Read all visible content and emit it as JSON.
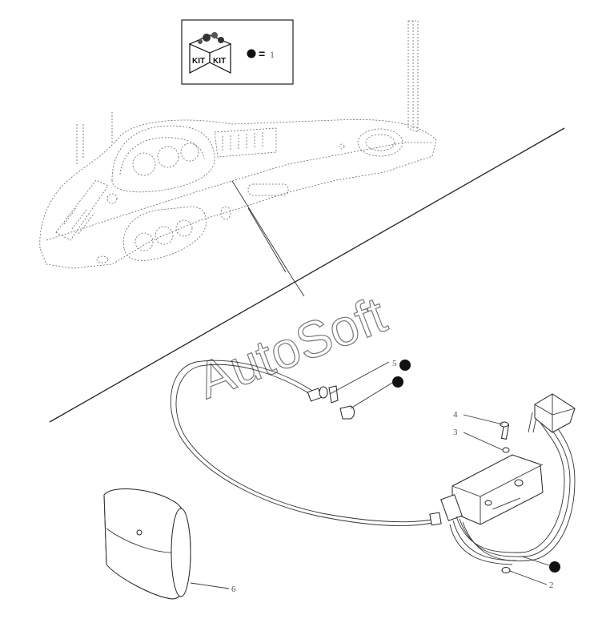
{
  "kit_legend": {
    "kit_left": "KIT",
    "kit_right": "KIT",
    "equals": "=",
    "quantity": "1"
  },
  "watermark": "AutoSoft",
  "callouts": [
    {
      "id": "5",
      "label": "5"
    },
    {
      "id": "4",
      "label": "4"
    },
    {
      "id": "3",
      "label": "3"
    },
    {
      "id": "6",
      "label": "6"
    },
    {
      "id": "2",
      "label": "2"
    }
  ],
  "colors": {
    "line": "#333333",
    "dot": "#111111"
  }
}
